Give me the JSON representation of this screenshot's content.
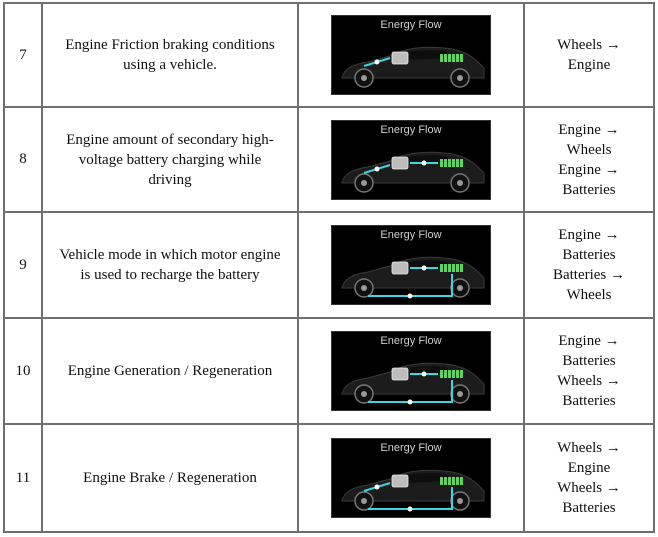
{
  "panel_title": "Energy Flow",
  "arrow": "→",
  "rows": [
    {
      "num": "7",
      "desc_lines": [
        "Engine Friction braking conditions",
        "using a vehicle."
      ],
      "flows": [
        [
          "Wheels →",
          "Engine"
        ]
      ]
    },
    {
      "num": "8",
      "desc_lines": [
        "Engine amount of secondary high-",
        "voltage battery charging while",
        "driving"
      ],
      "flows": [
        [
          "Engine →",
          "Wheels"
        ],
        [
          "Engine →",
          "Batteries"
        ]
      ]
    },
    {
      "num": "9",
      "desc_lines": [
        "Vehicle mode in which motor engine",
        "is used to recharge the battery"
      ],
      "flows": [
        [
          "Engine →",
          "Batteries"
        ],
        [
          "Batteries →",
          "Wheels"
        ]
      ]
    },
    {
      "num": "10",
      "desc_lines": [
        "Engine Generation / Regeneration"
      ],
      "flows": [
        [
          "Engine →",
          "Batteries"
        ],
        [
          "Wheels →",
          "Batteries"
        ]
      ]
    },
    {
      "num": "11",
      "desc_lines": [
        "Engine Brake / Regeneration"
      ],
      "flows": [
        [
          "Wheels →",
          "Engine"
        ],
        [
          "Wheels →",
          "Batteries"
        ]
      ]
    }
  ]
}
